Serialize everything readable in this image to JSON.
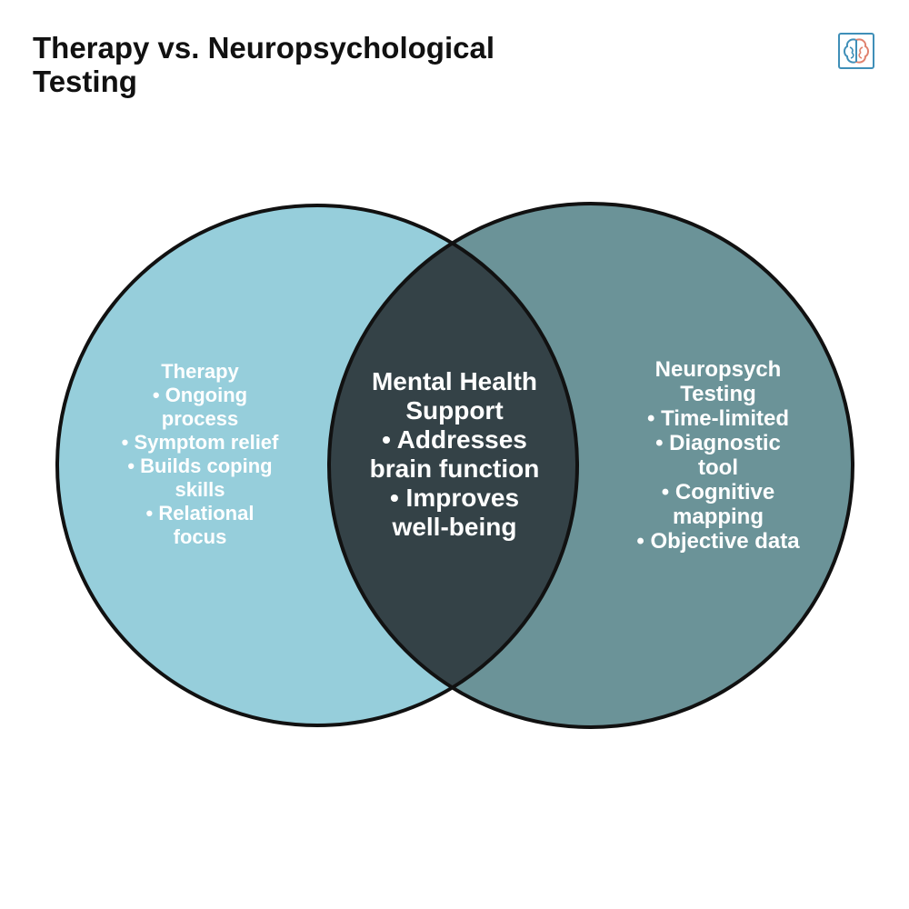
{
  "title_lines": [
    "Therapy vs. Neuropsychological",
    "Testing"
  ],
  "logo_icon": "brain-icon",
  "colors": {
    "left_circle": "#96cedb",
    "right_circle": "#6b9398",
    "intersection": "#344247",
    "outline": "#111111",
    "label_text": "#ffffff"
  },
  "sets": {
    "left": {
      "lines": [
        "Therapy",
        "• Ongoing",
        "process",
        "• Symptom relief",
        "• Builds coping",
        "skills",
        "• Relational",
        "focus"
      ]
    },
    "overlap": {
      "lines": [
        "Mental Health",
        "Support",
        "• Addresses",
        "brain function",
        "• Improves",
        "well-being"
      ]
    },
    "right": {
      "lines": [
        "Neuropsych",
        "Testing",
        "• Time-limited",
        "• Diagnostic",
        "tool",
        "• Cognitive",
        "mapping",
        "• Objective data"
      ]
    }
  }
}
